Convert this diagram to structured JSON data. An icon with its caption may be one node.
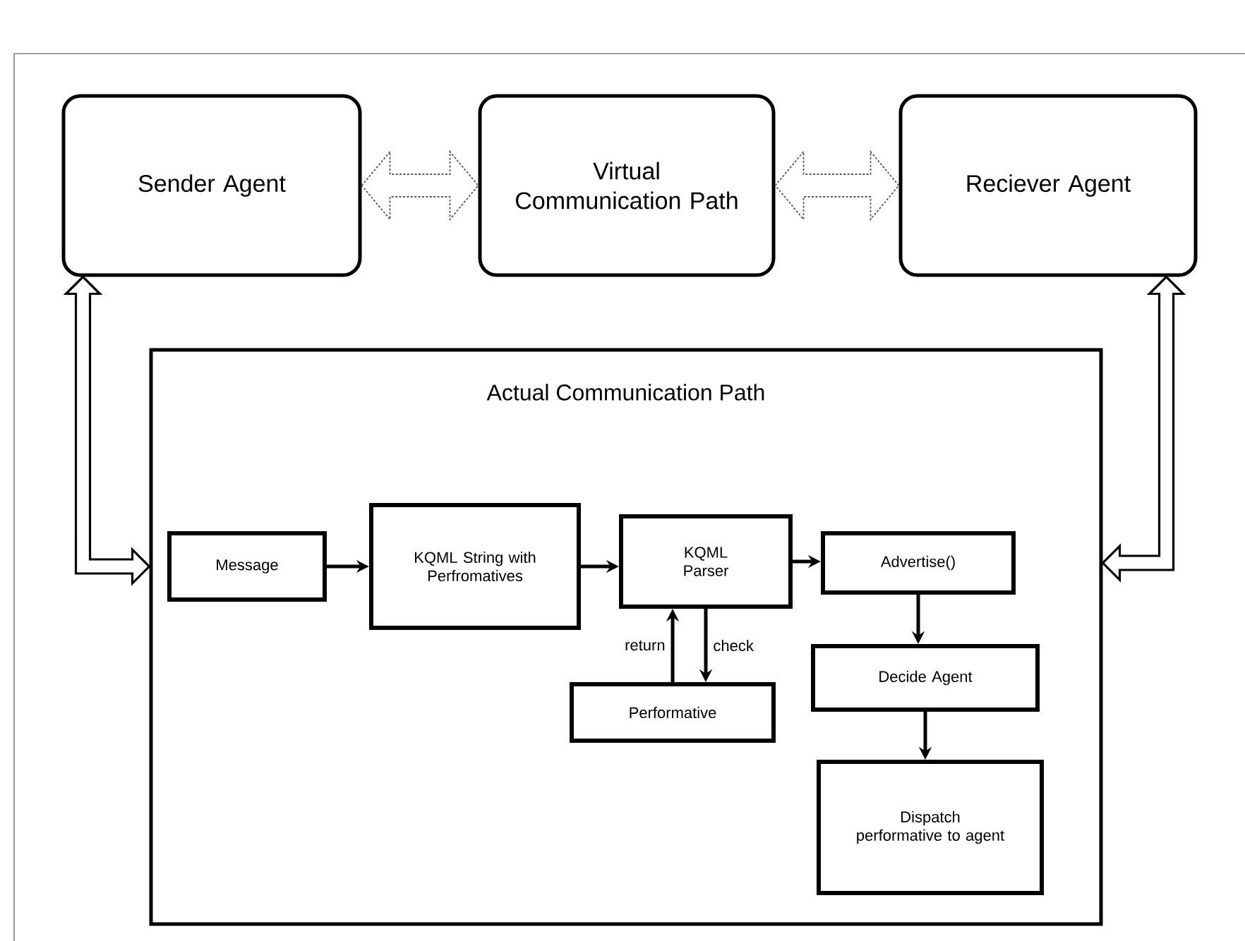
{
  "diagram": {
    "nodes": [
      {
        "text": [
          "Sender Agent"
        ]
      },
      {
        "text": [
          "Virtual Communication Path"
        ]
      },
      {
        "text": [
          "Reciever Agent"
        ]
      },
      {
        "text": [
          "Actual Communication Path"
        ]
      },
      {
        "text": [
          "Message"
        ],
        "in": 3
      },
      {
        "text": [
          "KQML String with Perfromatives"
        ],
        "in": 3
      },
      {
        "text": [
          "KQML Parser"
        ],
        "in": 3
      },
      {
        "text": [
          "Advertise()"
        ],
        "in": 3
      },
      {
        "text": [
          "Performative"
        ],
        "in": 3
      },
      {
        "text": [
          "Decide Agent"
        ],
        "in": 3
      },
      {
        "text": [
          "Dispatch performative to agent"
        ],
        "in": 3
      }
    ],
    "edges": [
      {
        "from": 0,
        "to": 1,
        "arrow": "both",
        "style": "dashed",
        "color": "#555555"
      },
      {
        "from": 1,
        "to": 2,
        "arrow": "both",
        "style": "dashed",
        "color": "#555555"
      },
      {
        "from": 0,
        "to": 3,
        "arrow": "both",
        "style": "thick"
      },
      {
        "from": 2,
        "to": 3,
        "arrow": "both",
        "style": "thick"
      },
      {
        "from": 4,
        "to": 5,
        "arrow": "to"
      },
      {
        "from": 5,
        "to": 6,
        "arrow": "to"
      },
      {
        "from": 6,
        "to": 7,
        "arrow": "to"
      },
      {
        "from": 6,
        "to": 8,
        "arrow": "to",
        "label": "check"
      },
      {
        "from": 8,
        "to": 6,
        "arrow": "to",
        "label": "return"
      },
      {
        "from": 7,
        "to": 9,
        "arrow": "to"
      },
      {
        "from": 9,
        "to": 10,
        "arrow": "to"
      }
    ]
  }
}
